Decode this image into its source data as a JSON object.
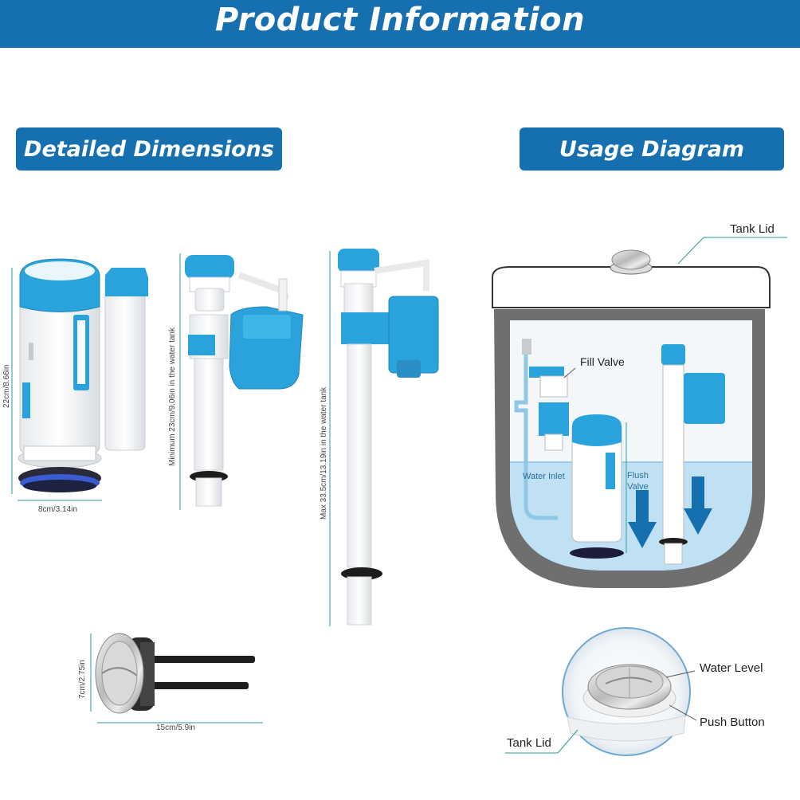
{
  "banner": {
    "title": "Product Information"
  },
  "sections": {
    "dimensions_title": "Detailed Dimensions",
    "usage_title": "Usage Diagram"
  },
  "dimensions": {
    "flush_valve_height": "22cm/8.66in",
    "flush_valve_width": "8cm/3.14in",
    "fill_valve_min": "Minimum 23cm/9.06in in the water tank",
    "fill_valve_max": "Max 33.5cm/13.19in in the water tank",
    "button_height": "7cm/2.75in",
    "button_length": "15cm/5.9in"
  },
  "usage": {
    "tank_lid_top": "Tank Lid",
    "fill_valve": "Fill Valve",
    "water_inlet": "Water Inlet",
    "flush_valve": "Flush\nValve",
    "water_level": "Water Level",
    "push_button": "Push Button",
    "tank_lid_bottom": "Tank Lid"
  },
  "colors": {
    "brand_blue": "#1670b0",
    "part_blue": "#2aa3dc",
    "tank_gray": "#6f6f6f",
    "water": "#bfe1f3"
  }
}
